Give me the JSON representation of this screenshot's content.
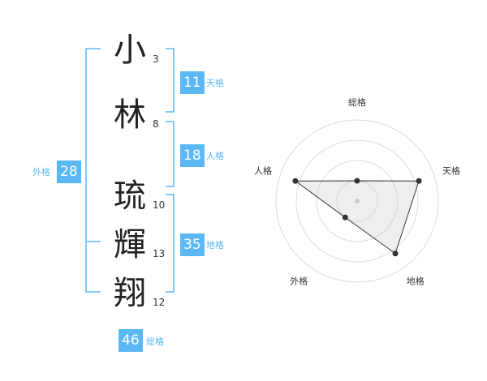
{
  "colors": {
    "accent": "#5bb8f5",
    "badge_label": "#5bb8f5",
    "char": "#222222"
  },
  "name": {
    "characters": [
      {
        "char": "小",
        "strokes": "3"
      },
      {
        "char": "林",
        "strokes": "8"
      },
      {
        "char": "琉",
        "strokes": "10"
      },
      {
        "char": "輝",
        "strokes": "13"
      },
      {
        "char": "翔",
        "strokes": "12"
      }
    ]
  },
  "fortune": {
    "tenkaku": {
      "value": "11",
      "label": "天格"
    },
    "jinkaku": {
      "value": "18",
      "label": "人格"
    },
    "chikaku": {
      "value": "35",
      "label": "地格"
    },
    "gaikaku": {
      "value": "28",
      "label": "外格"
    },
    "soukaku": {
      "value": "46",
      "label": "総格"
    }
  },
  "chart_data": {
    "type": "radar",
    "axes": [
      "総格",
      "天格",
      "地格",
      "外格",
      "人格"
    ],
    "values": [
      0.25,
      0.8,
      0.8,
      0.25,
      0.8
    ],
    "range": [
      0,
      1
    ],
    "rings": 4,
    "grid": true,
    "legend": "none"
  }
}
